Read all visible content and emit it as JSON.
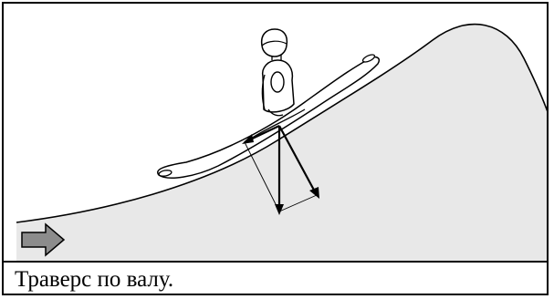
{
  "caption": "Траверс по валу.",
  "colors": {
    "frame": "#000000",
    "wave_fill": "#e8e8e8",
    "arrow_fill": "#8c8c8c",
    "background": "#ffffff"
  },
  "icons": {
    "flow_direction": "right-arrow-icon",
    "paddler": "kayaker-figure",
    "force_vectors": "force-decomposition-vectors"
  }
}
